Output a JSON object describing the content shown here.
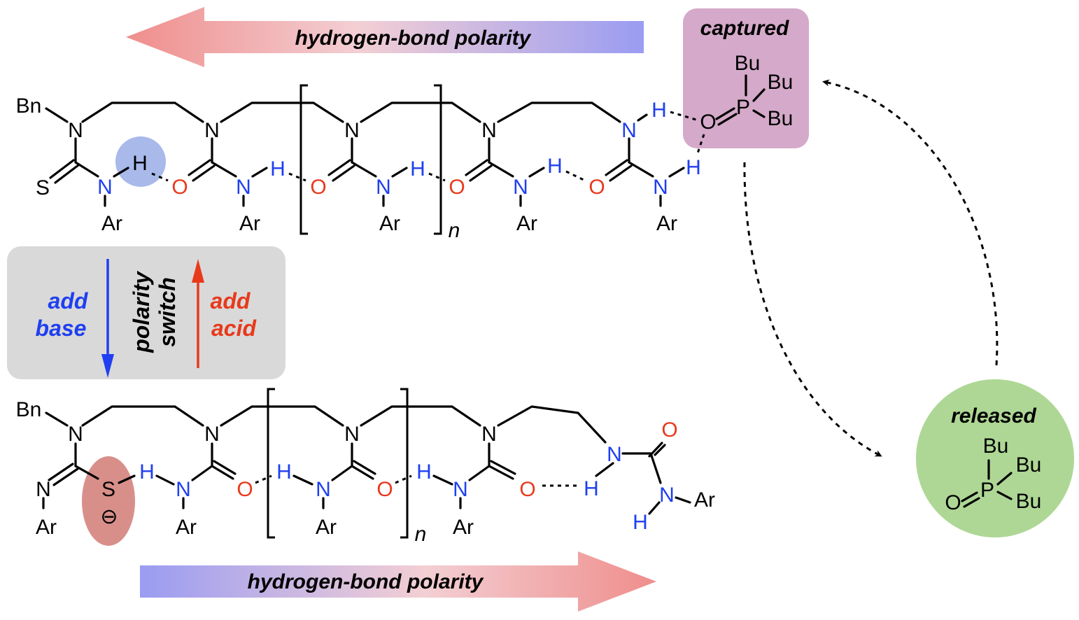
{
  "arrows": {
    "top_label": "hydrogen-bond polarity",
    "bottom_label": "hydrogen-bond polarity"
  },
  "switch_box": {
    "base_line1": "add",
    "base_line2": "base",
    "center_line1": "polarity",
    "center_line2": "switch",
    "acid_line1": "add",
    "acid_line2": "acid"
  },
  "captured": {
    "title": "captured",
    "bu": "Bu",
    "p": "P",
    "o": "O"
  },
  "released": {
    "title": "released",
    "bu": "Bu",
    "p": "P",
    "o": "O"
  },
  "atoms": {
    "N": "N",
    "O": "O",
    "H": "H",
    "S": "S",
    "Ar": "Ar",
    "Bn": "Bn",
    "n": "n",
    "minus": "⊖"
  },
  "colors": {
    "nitrogen_hydrogen": "#1f3ff0",
    "oxygen": "#e8391c",
    "captured_bg": "#d4a9c9",
    "released_bg": "#aed795",
    "switch_bg": "#d9d9d9",
    "h_highlight": "#a8b9ea",
    "s_highlight": "#d88f8a",
    "arrow_red": "#ef8e8c",
    "arrow_blue": "#9a9cf2"
  }
}
